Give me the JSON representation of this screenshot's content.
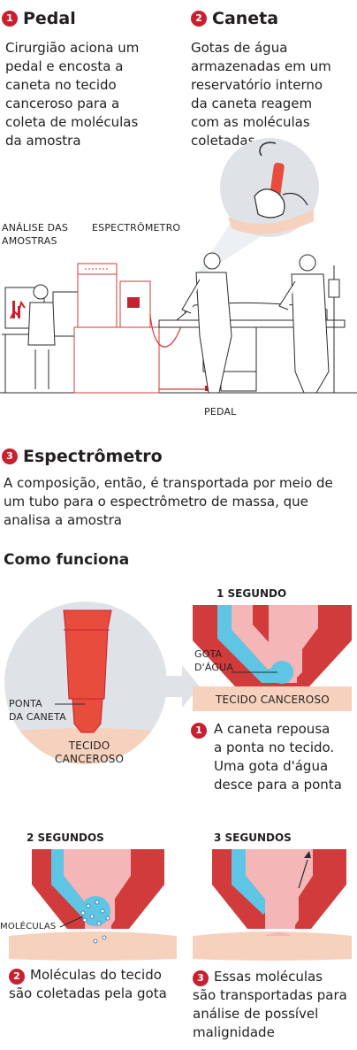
{
  "colors": {
    "accent": "#c8202f",
    "pen_red": "#e74c3c",
    "dark_red": "#d13b3b",
    "pink": "#f4b6b7",
    "blue": "#5ec5e4",
    "tissue": "#f6d2be",
    "circle_gray": "#dfe3e8",
    "scene_line": "#2b2b2b"
  },
  "steps": {
    "pedal": {
      "num": "1",
      "title": "Pedal",
      "text": [
        "Cirurgião aciona um",
        "pedal e encosta a",
        "caneta no tecido",
        "canceroso para a",
        "coleta de moléculas",
        "da amostra"
      ]
    },
    "caneta": {
      "num": "2",
      "title": "Caneta",
      "text": [
        "Gotas de água",
        "armazenadas em um",
        "reservatório interno",
        "da caneta reagem",
        "com as moléculas",
        "coletadas"
      ]
    },
    "espectrometro": {
      "num": "3",
      "title": "Espectrômetro",
      "text": [
        "A composição, então, é transportada por meio de",
        "um tubo para o espectrômetro de massa, que",
        "analisa a amostra"
      ]
    }
  },
  "scene_labels": {
    "analise": [
      "ANÁLISE DAS",
      "AMOSTRAS"
    ],
    "espectrometro": "ESPECTRÔMETRO",
    "pedal": "PEDAL"
  },
  "como_funciona": "Como funciona",
  "zoom": {
    "ponta": [
      "PONTA",
      "DA CANETA"
    ],
    "tecido": [
      "TECIDO",
      "CANCEROSO"
    ]
  },
  "stage1": {
    "title": "1 SEGUNDO",
    "gota": [
      "GOTA",
      "D'ÁGUA"
    ],
    "tecido": "TECIDO CANCEROSO",
    "num": "1",
    "text": [
      "A caneta repousa",
      "a ponta no tecido.",
      "Uma gota d'água",
      "desce para a ponta"
    ]
  },
  "stage2": {
    "title": "2 SEGUNDOS",
    "moleculas": "MOLÉCULAS",
    "num": "2",
    "text": [
      "Moléculas do tecido",
      "são coletadas pela gota"
    ]
  },
  "stage3": {
    "title": "3 SEGUNDOS",
    "num": "3",
    "text": [
      "Essas moléculas",
      "são transportadas para",
      "análise de possível",
      "malignidade"
    ]
  }
}
